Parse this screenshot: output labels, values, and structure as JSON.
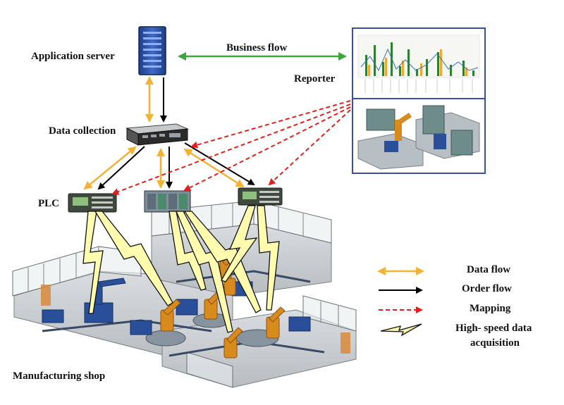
{
  "labels": {
    "application_server": "Application server",
    "business_flow": "Business flow",
    "reporter": "Reporter",
    "data_collection": "Data collection",
    "plc": "PLC",
    "manufacturing_shop": "Manufacturing shop"
  },
  "legend": {
    "data_flow": "Data flow",
    "order_flow": "Order flow",
    "mapping": "Mapping",
    "high_speed_line1": "High- speed data",
    "high_speed_line2": "acquisition"
  },
  "colors": {
    "data_flow": "#f2b233",
    "order_flow": "#000000",
    "mapping": "#e02020",
    "business_flow": "#3aa63a",
    "lightning": "#fffcb0",
    "robot": "#d98a1c",
    "machine_blue": "#2a4f9a",
    "reporter_border": "#3b4fa0"
  },
  "icons": {
    "server": "rack-server-icon",
    "collector": "data-collector-icon",
    "plc": "plc-module-icon",
    "report": "bar-chart-report-icon",
    "factory": "factory-floor-illustration"
  }
}
